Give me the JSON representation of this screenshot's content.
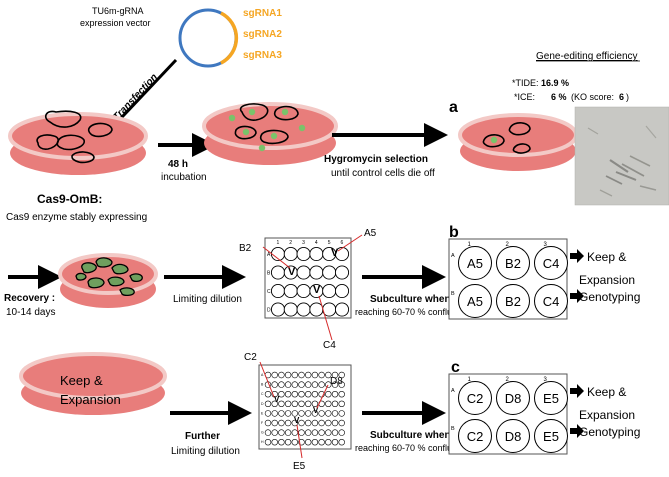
{
  "vector": {
    "label_line1": "TU6m-gRNA",
    "label_line2": "expression vector",
    "sgrnas": [
      "sgRNA1",
      "sgRNA2",
      "sgRNA3"
    ],
    "transfection": "Transfection"
  },
  "step1": {
    "time": "48 h",
    "time_sub": "incubation",
    "cell_title": "Cas9-OmB:",
    "cell_desc": "Cas9 enzyme stably expressing"
  },
  "step2": {
    "selection": "Hygromycin selection",
    "selection_sub": "until control cells die off"
  },
  "efficiency": {
    "title": "Gene-editing efficiency",
    "tide_label": "*TIDE:",
    "tide_value": "16.9 %",
    "ice_label": "*ICE:",
    "ice_value": "6 %",
    "ko_text": "(KO score:",
    "ko_value": "6",
    "ko_close": ")"
  },
  "panel_letters": [
    "a",
    "b",
    "c"
  ],
  "recovery": {
    "title": "Recovery :",
    "sub": "10-14 days",
    "dilution": "Limiting dilution"
  },
  "plate24": {
    "col_numbers": [
      "1",
      "2",
      "3",
      "4",
      "5",
      "6"
    ],
    "row_letters": [
      "A",
      "B",
      "C",
      "D"
    ],
    "marks": [
      "V",
      "V",
      "V"
    ],
    "callouts": [
      "B2",
      "A5",
      "C4"
    ]
  },
  "subculture": {
    "title": "Subculture when",
    "sub": "reaching 60-70 % confluent"
  },
  "plate_b": {
    "col_numbers": [
      "1",
      "2",
      "3"
    ],
    "row_letters": [
      "A",
      "B"
    ],
    "rows": [
      [
        "A5",
        "B2",
        "C4"
      ],
      [
        "A5",
        "B2",
        "C4"
      ]
    ]
  },
  "plate_c": {
    "col_numbers": [
      "1",
      "2",
      "3"
    ],
    "row_letters": [
      "A",
      "B"
    ],
    "rows": [
      [
        "C2",
        "D8",
        "E5"
      ],
      [
        "C2",
        "D8",
        "E5"
      ]
    ]
  },
  "outcomes": {
    "keep_line1": "Keep &",
    "keep_line2": "Expansion",
    "genotyping": "Genotyping"
  },
  "expansion_dish": {
    "line1": "Keep &",
    "line2": "Expansion"
  },
  "further": {
    "title": "Further",
    "sub": "Limiting dilution"
  },
  "plate96": {
    "marks": [
      "V",
      "V",
      "V"
    ],
    "callouts": [
      "C2",
      "D8",
      "E5"
    ],
    "row_letters": [
      "A",
      "B",
      "C",
      "D",
      "E",
      "F",
      "G",
      "H"
    ]
  },
  "colors": {
    "dish_fill": "#e87d7b",
    "dish_rim": "#f3c9c6",
    "cell_green": "#7ac36a",
    "sgrna_orange": "#f5a623",
    "vector_blue": "#3f78c0",
    "callout_red": "#d62a2a"
  }
}
